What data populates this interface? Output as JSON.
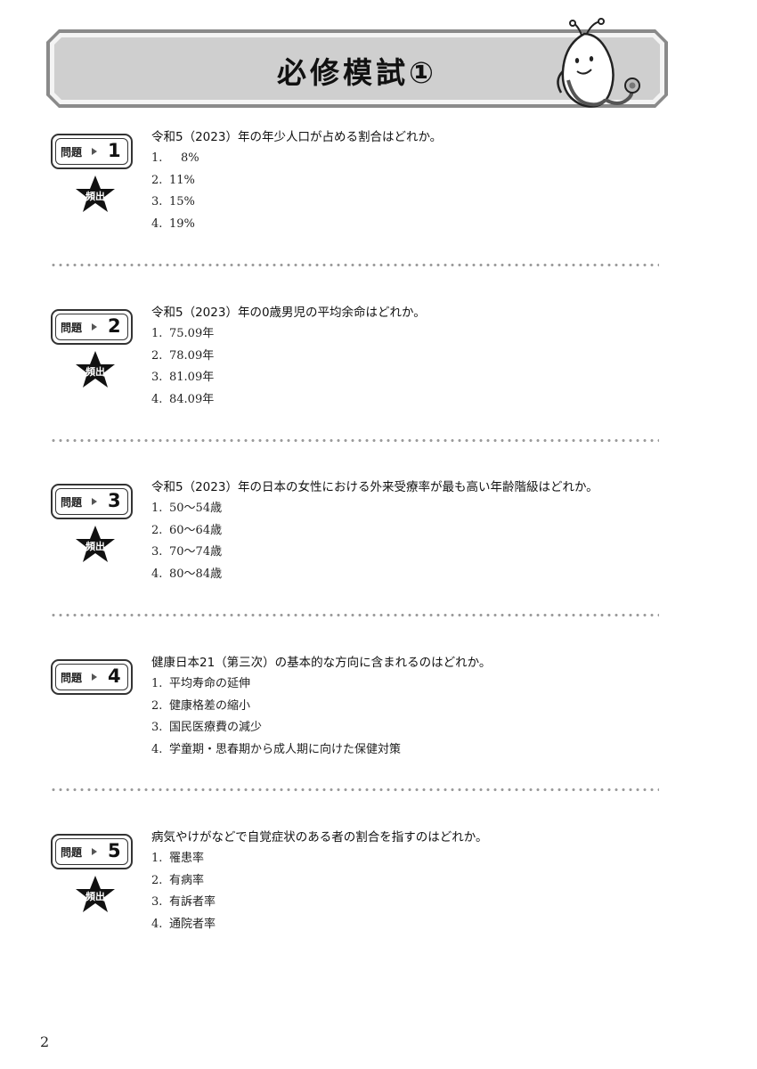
{
  "header": {
    "title": "必修模試①"
  },
  "labels": {
    "question": "問題",
    "frequent": "頻出"
  },
  "questions": [
    {
      "number": "1",
      "frequent": true,
      "text": "令和5（2023）年の年少人口が占める割合はどれか。",
      "choices": [
        {
          "num": "1.",
          "text": "　8%"
        },
        {
          "num": "2.",
          "text": "11%"
        },
        {
          "num": "3.",
          "text": "15%"
        },
        {
          "num": "4.",
          "text": "19%"
        }
      ]
    },
    {
      "number": "2",
      "frequent": true,
      "text": "令和5（2023）年の0歳男児の平均余命はどれか。",
      "choices": [
        {
          "num": "1.",
          "text": "75.09年"
        },
        {
          "num": "2.",
          "text": "78.09年"
        },
        {
          "num": "3.",
          "text": "81.09年"
        },
        {
          "num": "4.",
          "text": "84.09年"
        }
      ]
    },
    {
      "number": "3",
      "frequent": true,
      "text": "令和5（2023）年の日本の女性における外来受療率が最も高い年齢階級はどれか。",
      "choices": [
        {
          "num": "1.",
          "text": "50～54歳"
        },
        {
          "num": "2.",
          "text": "60～64歳"
        },
        {
          "num": "3.",
          "text": "70～74歳"
        },
        {
          "num": "4.",
          "text": "80～84歳"
        }
      ]
    },
    {
      "number": "4",
      "frequent": false,
      "text": "健康日本21（第三次）の基本的な方向に含まれるのはどれか。",
      "choices": [
        {
          "num": "1.",
          "text": "平均寿命の延伸"
        },
        {
          "num": "2.",
          "text": "健康格差の縮小"
        },
        {
          "num": "3.",
          "text": "国民医療費の減少"
        },
        {
          "num": "4.",
          "text": "学童期・思春期から成人期に向けた保健対策"
        }
      ]
    },
    {
      "number": "5",
      "frequent": true,
      "text": "病気やけがなどで自覚症状のある者の割合を指すのはどれか。",
      "choices": [
        {
          "num": "1.",
          "text": "罹患率"
        },
        {
          "num": "2.",
          "text": "有病率"
        },
        {
          "num": "3.",
          "text": "有訴者率"
        },
        {
          "num": "4.",
          "text": "通院者率"
        }
      ]
    }
  ],
  "footer": {
    "page_number": "2"
  }
}
